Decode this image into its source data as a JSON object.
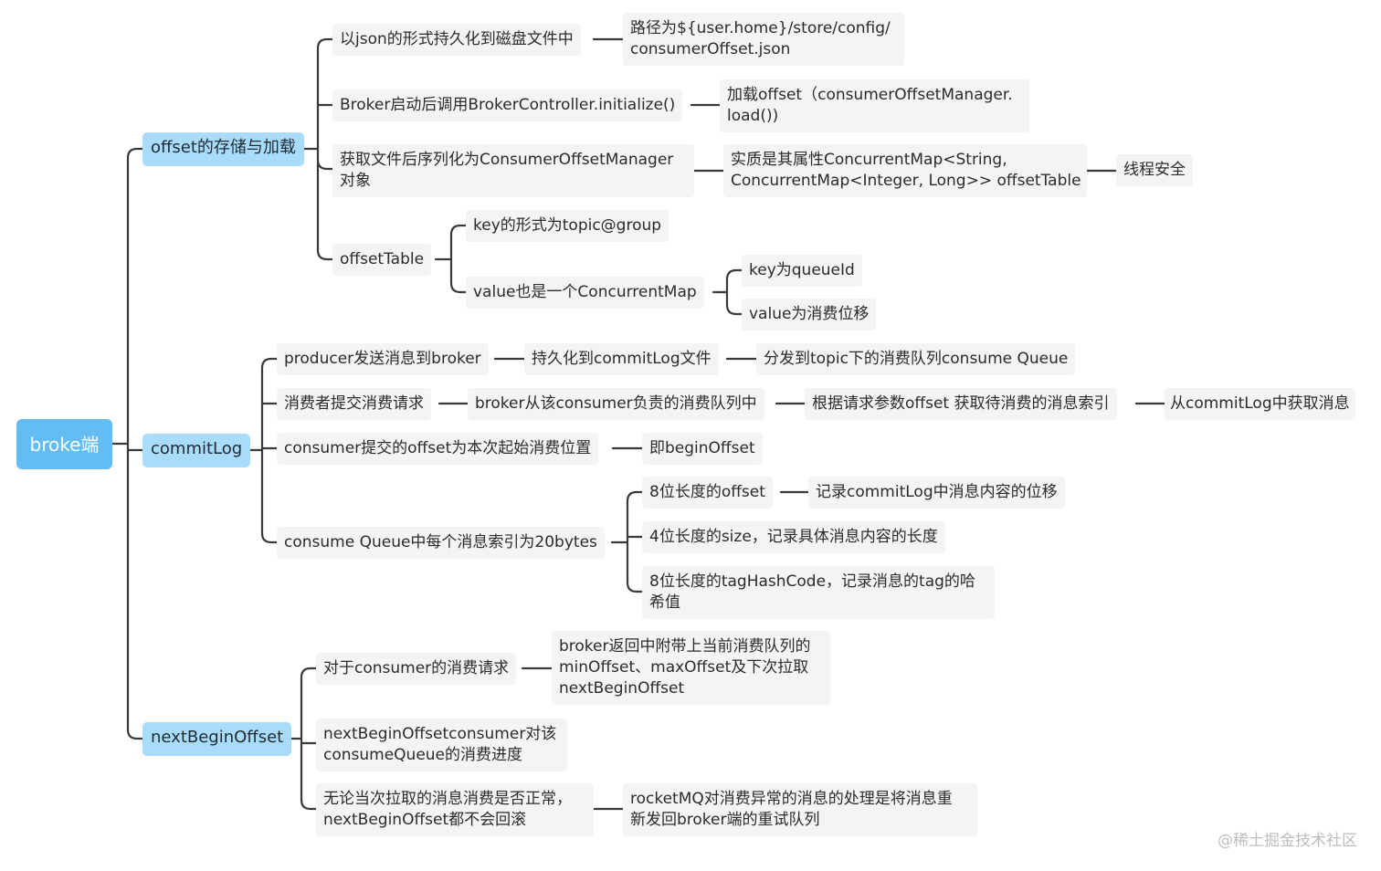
{
  "root": {
    "label": "broke端"
  },
  "branches": {
    "offset_storage": {
      "label": "offset的存储与加载",
      "json_persist": "以json的形式持久化到磁盘文件中",
      "path": [
        "路径为${user.home}/store/config/",
        "consumerOffset.json"
      ],
      "broker_start": "Broker启动后调用BrokerController.initialize()",
      "load_offset": [
        "加载offset（consumerOffsetManager.",
        "load())"
      ],
      "deserialize": [
        "获取文件后序列化为ConsumerOffsetManager",
        "对象"
      ],
      "concurrent_map": [
        "实质是其属性ConcurrentMap<String,",
        "ConcurrentMap<Integer, Long>> offsetTable"
      ],
      "thread_safe": "线程安全",
      "offset_table": "offsetTable",
      "key_format": "key的形式为topic@group",
      "value_map": "value也是一个ConcurrentMap",
      "key_queue": "key为queueId",
      "value_offset": "value为消费位移"
    },
    "commit_log": {
      "label": "commitLog",
      "producer_send": "producer发送消息到broker",
      "persist_commitlog": "持久化到commitLog文件",
      "dispatch": "分发到topic下的消费队列consume Queue",
      "consumer_request": "消费者提交消费请求",
      "broker_from_queue": "broker从该consumer负责的消费队列中",
      "get_index": "根据请求参数offset 获取待消费的消息索引",
      "get_msg": "从commitLog中获取消息",
      "consumer_offset": "consumer提交的offset为本次起始消费位置",
      "begin_offset": "即beginOffset",
      "queue_index": "consume Queue中每个消息索引为20bytes",
      "offset8": "8位长度的offset",
      "offset8_desc": "记录commitLog中消息内容的位移",
      "size4": "4位长度的size，记录具体消息内容的长度",
      "tag8": [
        "8位长度的tagHashCode，记录消息的tag的哈",
        "希值"
      ]
    },
    "next_begin": {
      "label": "nextBeginOffset",
      "for_request": "对于consumer的消费请求",
      "broker_return": [
        "broker返回中附带上当前消费队列的",
        "minOffset、maxOffset及下次拉取",
        "nextBeginOffset"
      ],
      "progress": [
        "nextBeginOffsetconsumer对该",
        "consumeQueue的消费进度"
      ],
      "no_rollback": [
        "无论当次拉取的消息消费是否正常，",
        "nextBeginOffset都不会回滚"
      ],
      "retry": [
        "rocketMQ对消费异常的消息的处理是将消息重",
        "新发回broker端的重试队列"
      ]
    }
  },
  "watermark": "@稀土掘金技术社区",
  "colors": {
    "root": "#63bdf3",
    "branch": "#a9dcfb",
    "leaf": "#f4f4f4",
    "line": "#3a3a3a"
  }
}
